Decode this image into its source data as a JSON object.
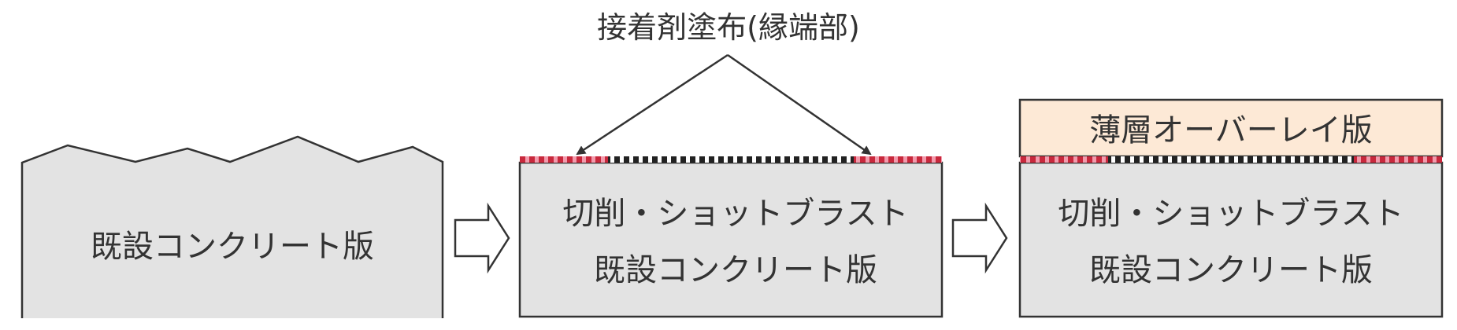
{
  "annotation": {
    "label": "接着剤塗布(縁端部)"
  },
  "stage1": {
    "label": "既設コンクリート版"
  },
  "stage2": {
    "line1": "切削・ショットブラスト",
    "line2": "既設コンクリート版"
  },
  "stage3": {
    "overlay_label": "薄層オーバーレイ版",
    "line1": "切削・ショットブラスト",
    "line2": "既設コンクリート版"
  },
  "colors": {
    "slab_fill": "#e3e3e3",
    "outline": "#333333",
    "overlay_fill": "#fde9d6",
    "adhesive_red": "#c8283c",
    "adhesive_pink": "#f39aac",
    "interface_black": "#222222"
  }
}
